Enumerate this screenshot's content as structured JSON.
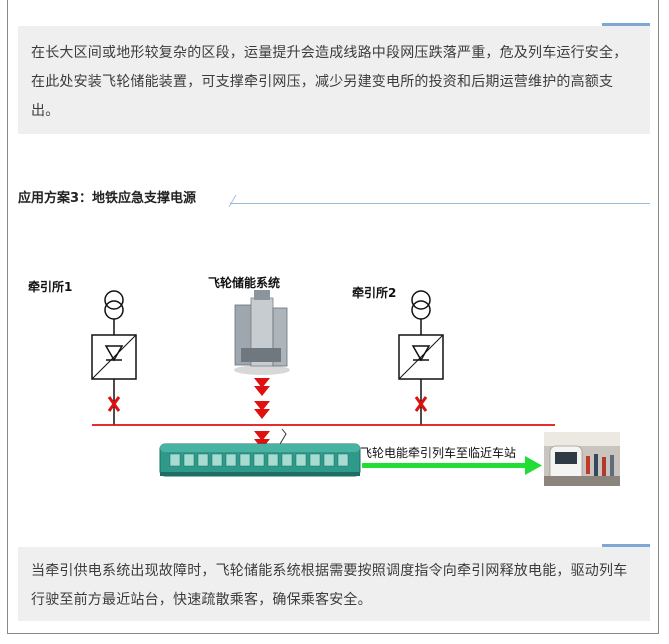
{
  "intro": {
    "text": "在长大区间或地形较复杂的区段，运量提升会造成线路中段网压跌落严重，危及列车运行安全，在此处安装飞轮储能装置，可支撑牵引网压，减少另建变电所的投资和后期运营维护的高额支出。"
  },
  "section": {
    "heading": "应用方案3：地铁应急支撑电源"
  },
  "diagram": {
    "substation_1": "牵引所1",
    "substation_2": "牵引所2",
    "flywheel_system": "飞轮储能系统",
    "train_action": "飞轮电能牵引列车至临近车站"
  },
  "conclusion": {
    "text": "当牵引供电系统出现故障时，飞轮储能系统根据需要按照调度指令向牵引网释放电能，驱动列车行驶至前方最近站台，快速疏散乘客，确保乘客安全。"
  }
}
